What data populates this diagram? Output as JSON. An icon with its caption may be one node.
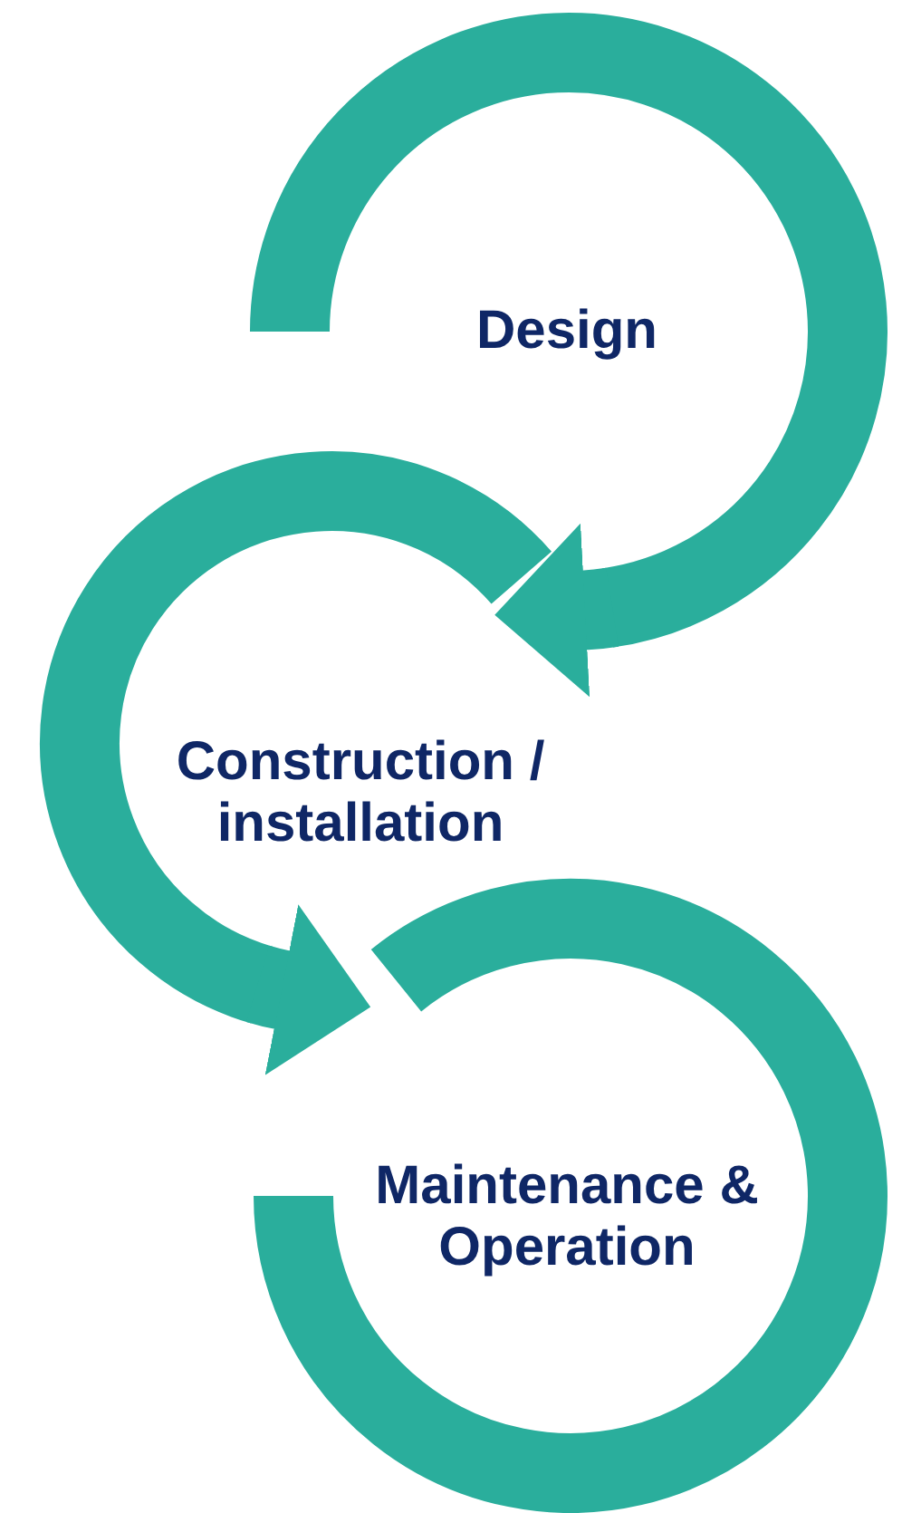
{
  "diagram": {
    "nodes": [
      {
        "text": [
          "Design"
        ]
      },
      {
        "text": [
          "Construction / installation"
        ]
      },
      {
        "text": [
          "Maintenance & Operation"
        ]
      }
    ],
    "edges": [
      {
        "from": 0,
        "to": 1,
        "arrow": "to"
      },
      {
        "from": 1,
        "to": 2,
        "arrow": "to"
      }
    ]
  }
}
